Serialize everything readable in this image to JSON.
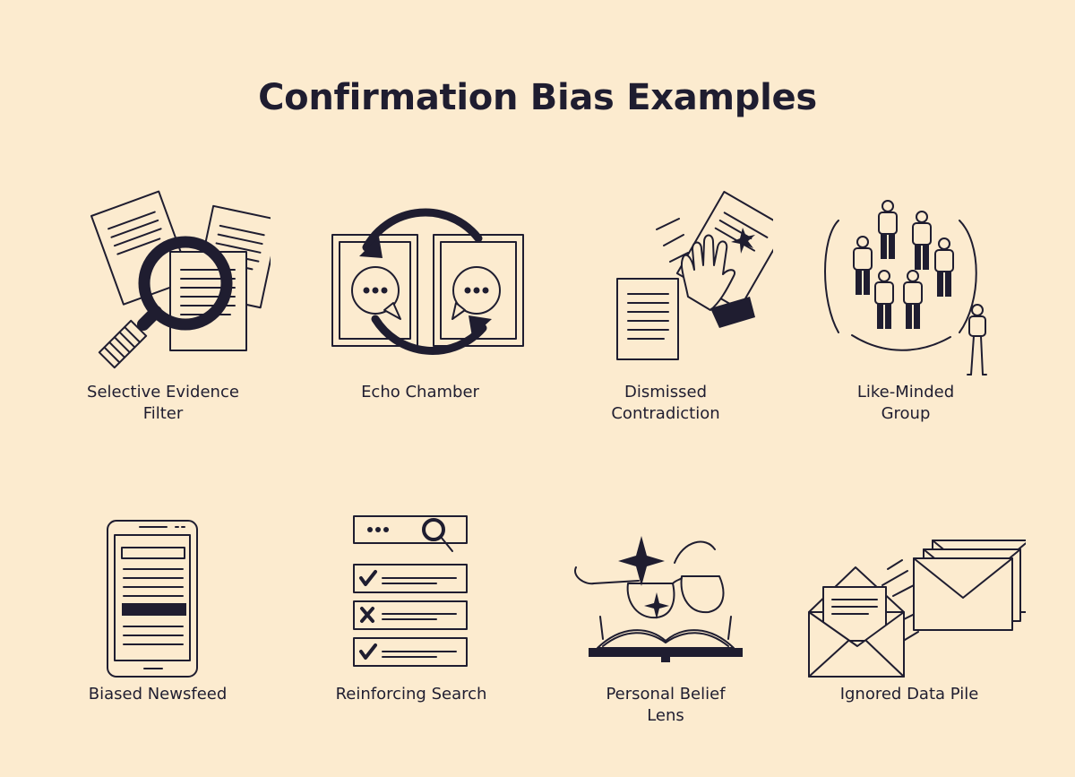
{
  "title": "Confirmation Bias Examples",
  "colors": {
    "background": "#fcebcf",
    "ink": "#1f1d30"
  },
  "items": [
    {
      "icon": "magnifier-documents-icon",
      "label_line1": "Selective Evidence",
      "label_line2": "Filter"
    },
    {
      "icon": "echo-chamber-icon",
      "label_line1": "Echo Chamber",
      "label_line2": ""
    },
    {
      "icon": "hand-rejecting-document-icon",
      "label_line1": "Dismissed",
      "label_line2": "Contradiction"
    },
    {
      "icon": "people-group-icon",
      "label_line1": "Like-Minded",
      "label_line2": "Group"
    },
    {
      "icon": "phone-newsfeed-icon",
      "label_line1": "Biased Newsfeed",
      "label_line2": ""
    },
    {
      "icon": "search-results-icon",
      "label_line1": "Reinforcing Search",
      "label_line2": ""
    },
    {
      "icon": "glasses-book-icon",
      "label_line1": "Personal Belief",
      "label_line2": "Lens"
    },
    {
      "icon": "envelopes-icon",
      "label_line1": "Ignored Data Pile",
      "label_line2": ""
    }
  ]
}
